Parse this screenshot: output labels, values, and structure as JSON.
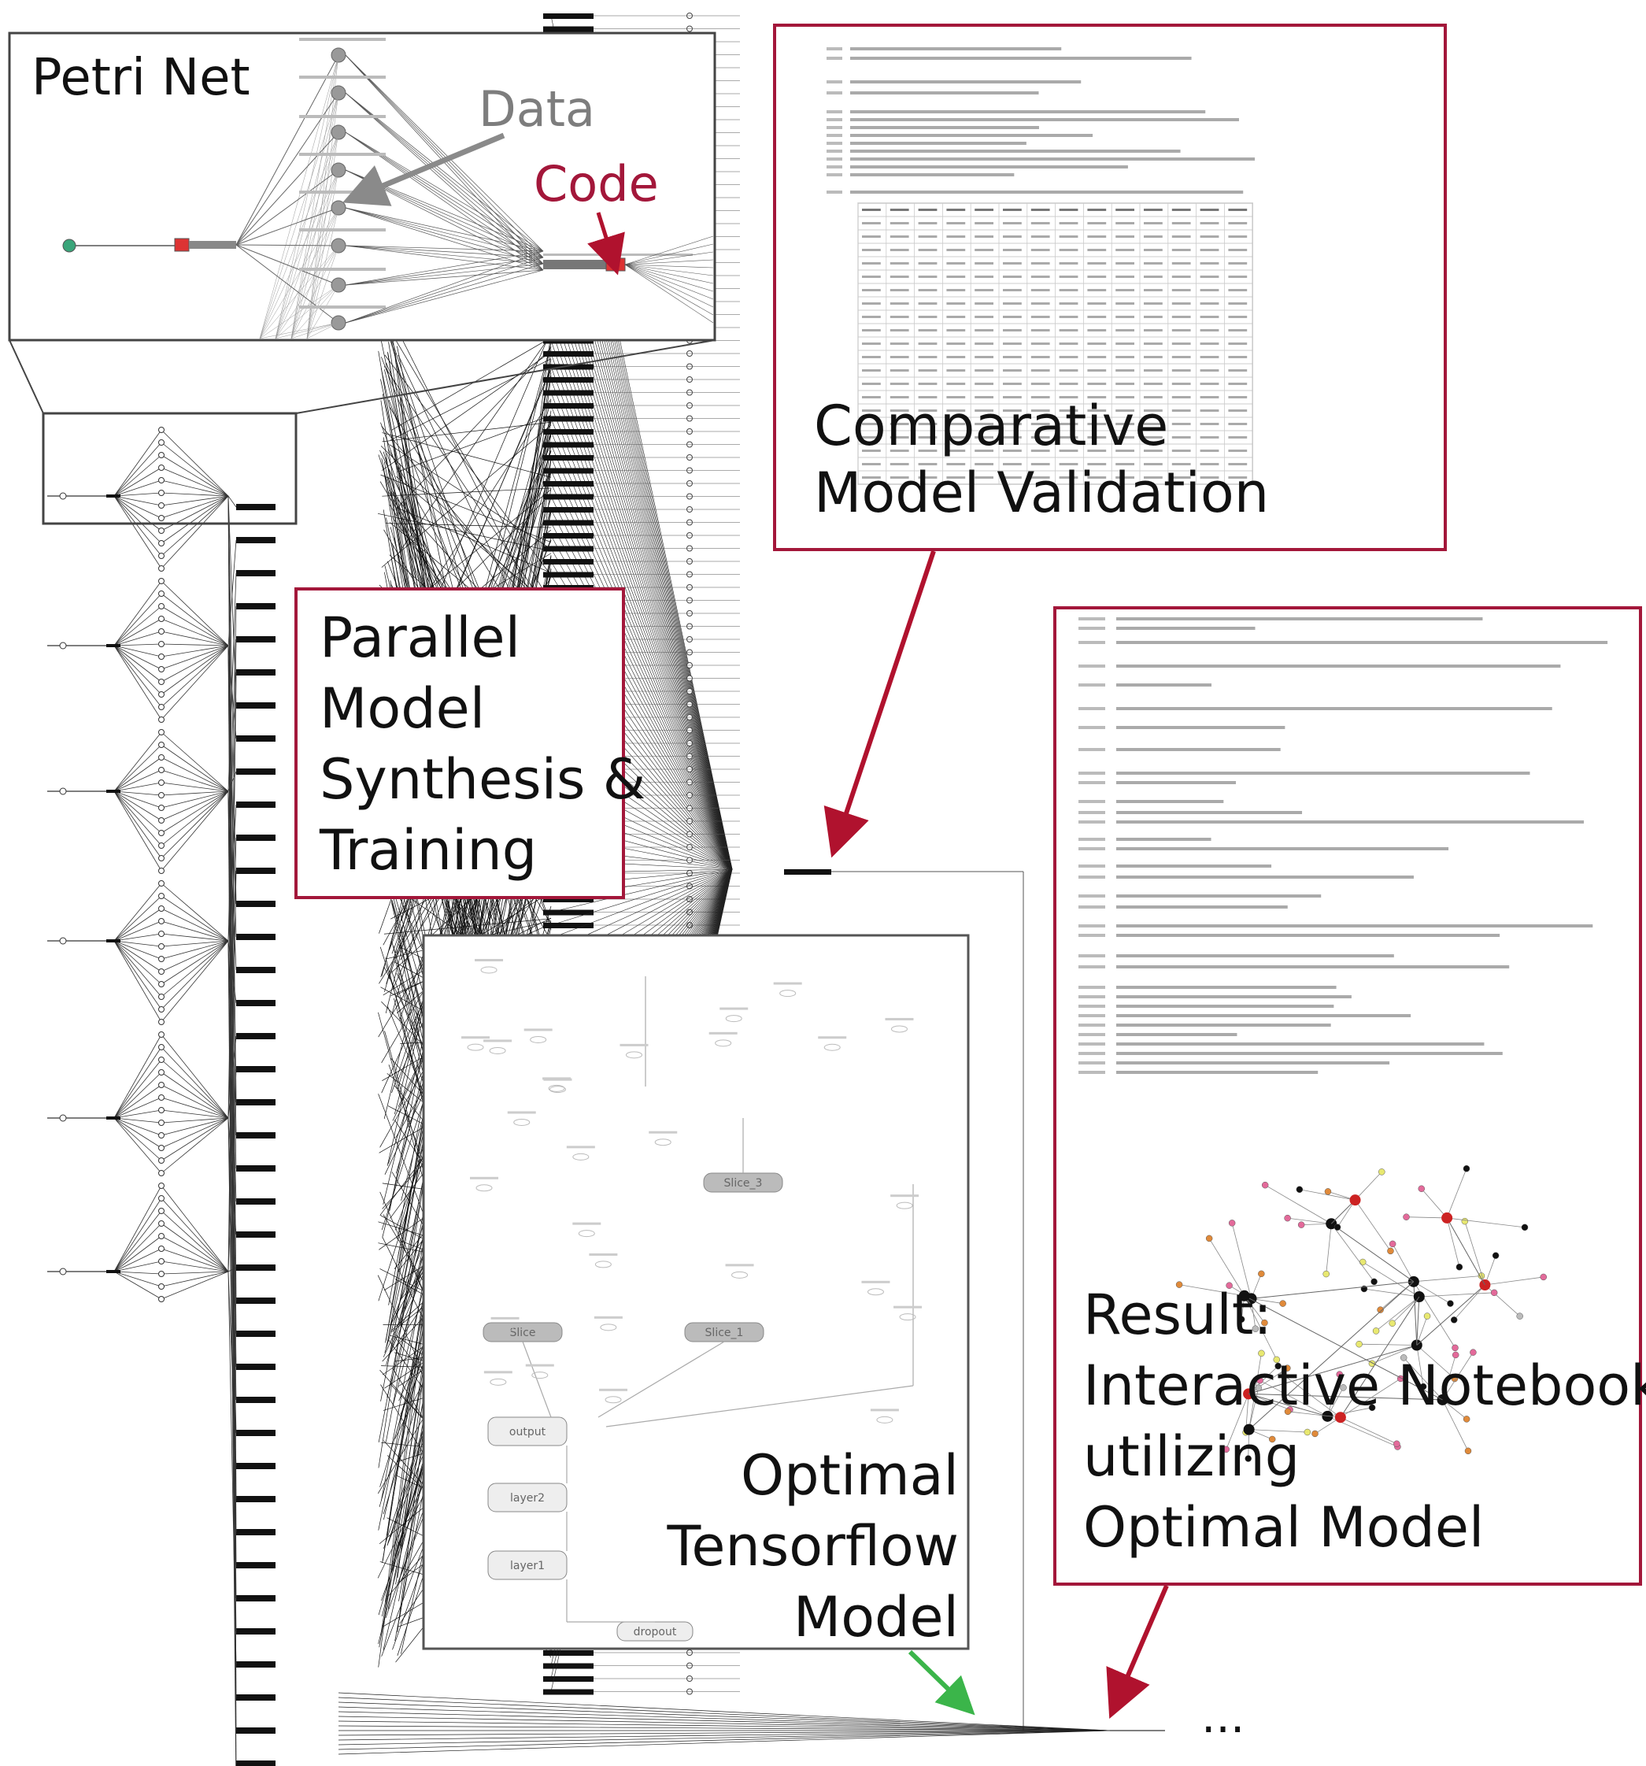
{
  "panels": {
    "petri_net": {
      "title": "Petri Net",
      "data_label": "Data",
      "code_label": "Code"
    },
    "parallel": {
      "lines": [
        "Parallel",
        "Model",
        "Synthesis &",
        "Training"
      ]
    },
    "validation": {
      "lines": [
        "Comparative",
        "Model Validation"
      ]
    },
    "tensorflow": {
      "lines": [
        "Optimal",
        "Tensorflow",
        "Model"
      ],
      "nodes": [
        "Slice_3",
        "Slice",
        "Slice_1",
        "output",
        "layer2",
        "layer1",
        "dropout"
      ]
    },
    "result": {
      "lines": [
        "Result:",
        "Interactive Notebook",
        "utilizing",
        "Optimal Model"
      ]
    }
  },
  "continuation": "...",
  "colors": {
    "panel_border_red": "#a3173a",
    "panel_border_grey": "#555555",
    "arrow_red": "#b0122e",
    "arrow_grey": "#8a8a8a",
    "arrow_green": "#3bb54a",
    "code_label": "#a3173a",
    "data_label": "#7d7d7d"
  }
}
